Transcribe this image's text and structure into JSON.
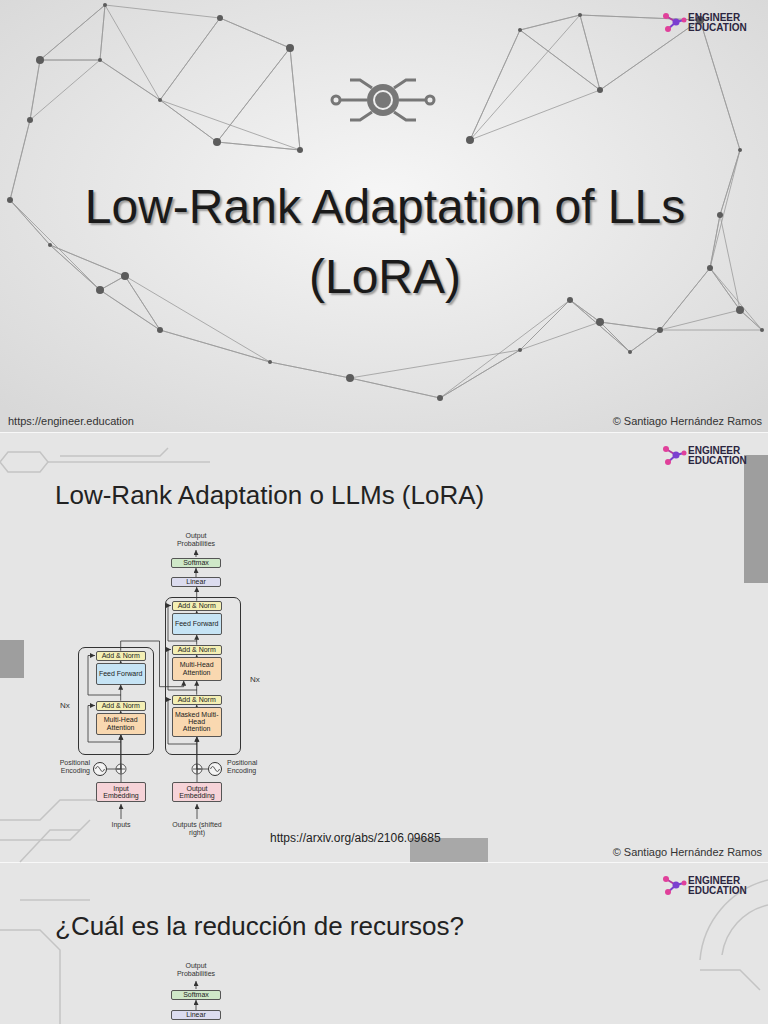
{
  "diagram": {
    "title": "Low-Rank Adaptation of LLs (LoRA)",
    "nodes": [
      {
        "text": [
          "Softmax"
        ]
      },
      {
        "text": [
          "Linear"
        ]
      },
      {
        "text": [
          "Nx"
        ]
      },
      {
        "text": [
          "Add & Norm"
        ],
        "in": 2
      },
      {
        "text": [
          "Feed Forward"
        ],
        "in": 2
      },
      {
        "text": [
          "Add & Norm"
        ],
        "in": 2
      },
      {
        "text": [
          "Multi-Head Attention"
        ],
        "in": 2
      },
      {
        "text": [
          "Nx"
        ]
      },
      {
        "text": [
          "Add & Norm"
        ],
        "in": 7
      },
      {
        "text": [
          "Feed Forward"
        ],
        "in": 7
      },
      {
        "text": [
          "Add & Norm"
        ],
        "in": 7
      },
      {
        "text": [
          "Multi-Head Attention"
        ],
        "in": 7
      },
      {
        "text": [
          "Add & Norm"
        ],
        "in": 7
      },
      {
        "text": [
          "Masked Multi-Head Attention"
        ],
        "in": 7
      },
      {
        "text": [
          "Input Embedding"
        ]
      },
      {
        "text": [
          "Output Embedding"
        ]
      },
      {
        "text": [
          "Positional Encoding"
        ]
      },
      {
        "text": [
          "Positional Encoding"
        ]
      },
      {
        "text": [
          "Softmax"
        ]
      },
      {
        "text": [
          "Linear"
        ]
      }
    ],
    "edges": [
      {
        "from": 14,
        "to": 6,
        "arrow": "to"
      },
      {
        "from": 16,
        "to": 6,
        "arrow": "to"
      },
      {
        "from": 6,
        "to": 5,
        "arrow": "to"
      },
      {
        "from": 5,
        "to": 4,
        "arrow": "to"
      },
      {
        "from": 4,
        "to": 3,
        "arrow": "to"
      },
      {
        "from": 3,
        "to": 11,
        "arrow": "to"
      },
      {
        "from": 15,
        "to": 13,
        "arrow": "to"
      },
      {
        "from": 17,
        "to": 13,
        "arrow": "to"
      },
      {
        "from": 13,
        "to": 12,
        "arrow": "to"
      },
      {
        "from": 12,
        "to": 11,
        "arrow": "to"
      },
      {
        "from": 11,
        "to": 10,
        "arrow": "to"
      },
      {
        "from": 10,
        "to": 9,
        "arrow": "to"
      },
      {
        "from": 9,
        "to": 8,
        "arrow": "to"
      },
      {
        "from": 8,
        "to": 1,
        "arrow": "to"
      },
      {
        "from": 1,
        "to": 0,
        "arrow": "to"
      },
      {
        "from": 19,
        "to": 18,
        "arrow": "to"
      }
    ],
    "labels": [
      "ENGINEER EDUCATION",
      "https://engineer.education",
      "© Santiago Hernández Ramos",
      "ENGINEER EDUCATION",
      "Low-Rank Adaptation o LLMs (LoRA)",
      "Output Probabilities",
      "Inputs",
      "Outputs (shifted right)",
      "https://arxiv.org/abs/2106.09685",
      "© Santiago Hernández Ramos",
      "ENGINEER EDUCATION",
      "¿Cuál es la reducción de recursos?",
      "Output Probabilities"
    ]
  }
}
